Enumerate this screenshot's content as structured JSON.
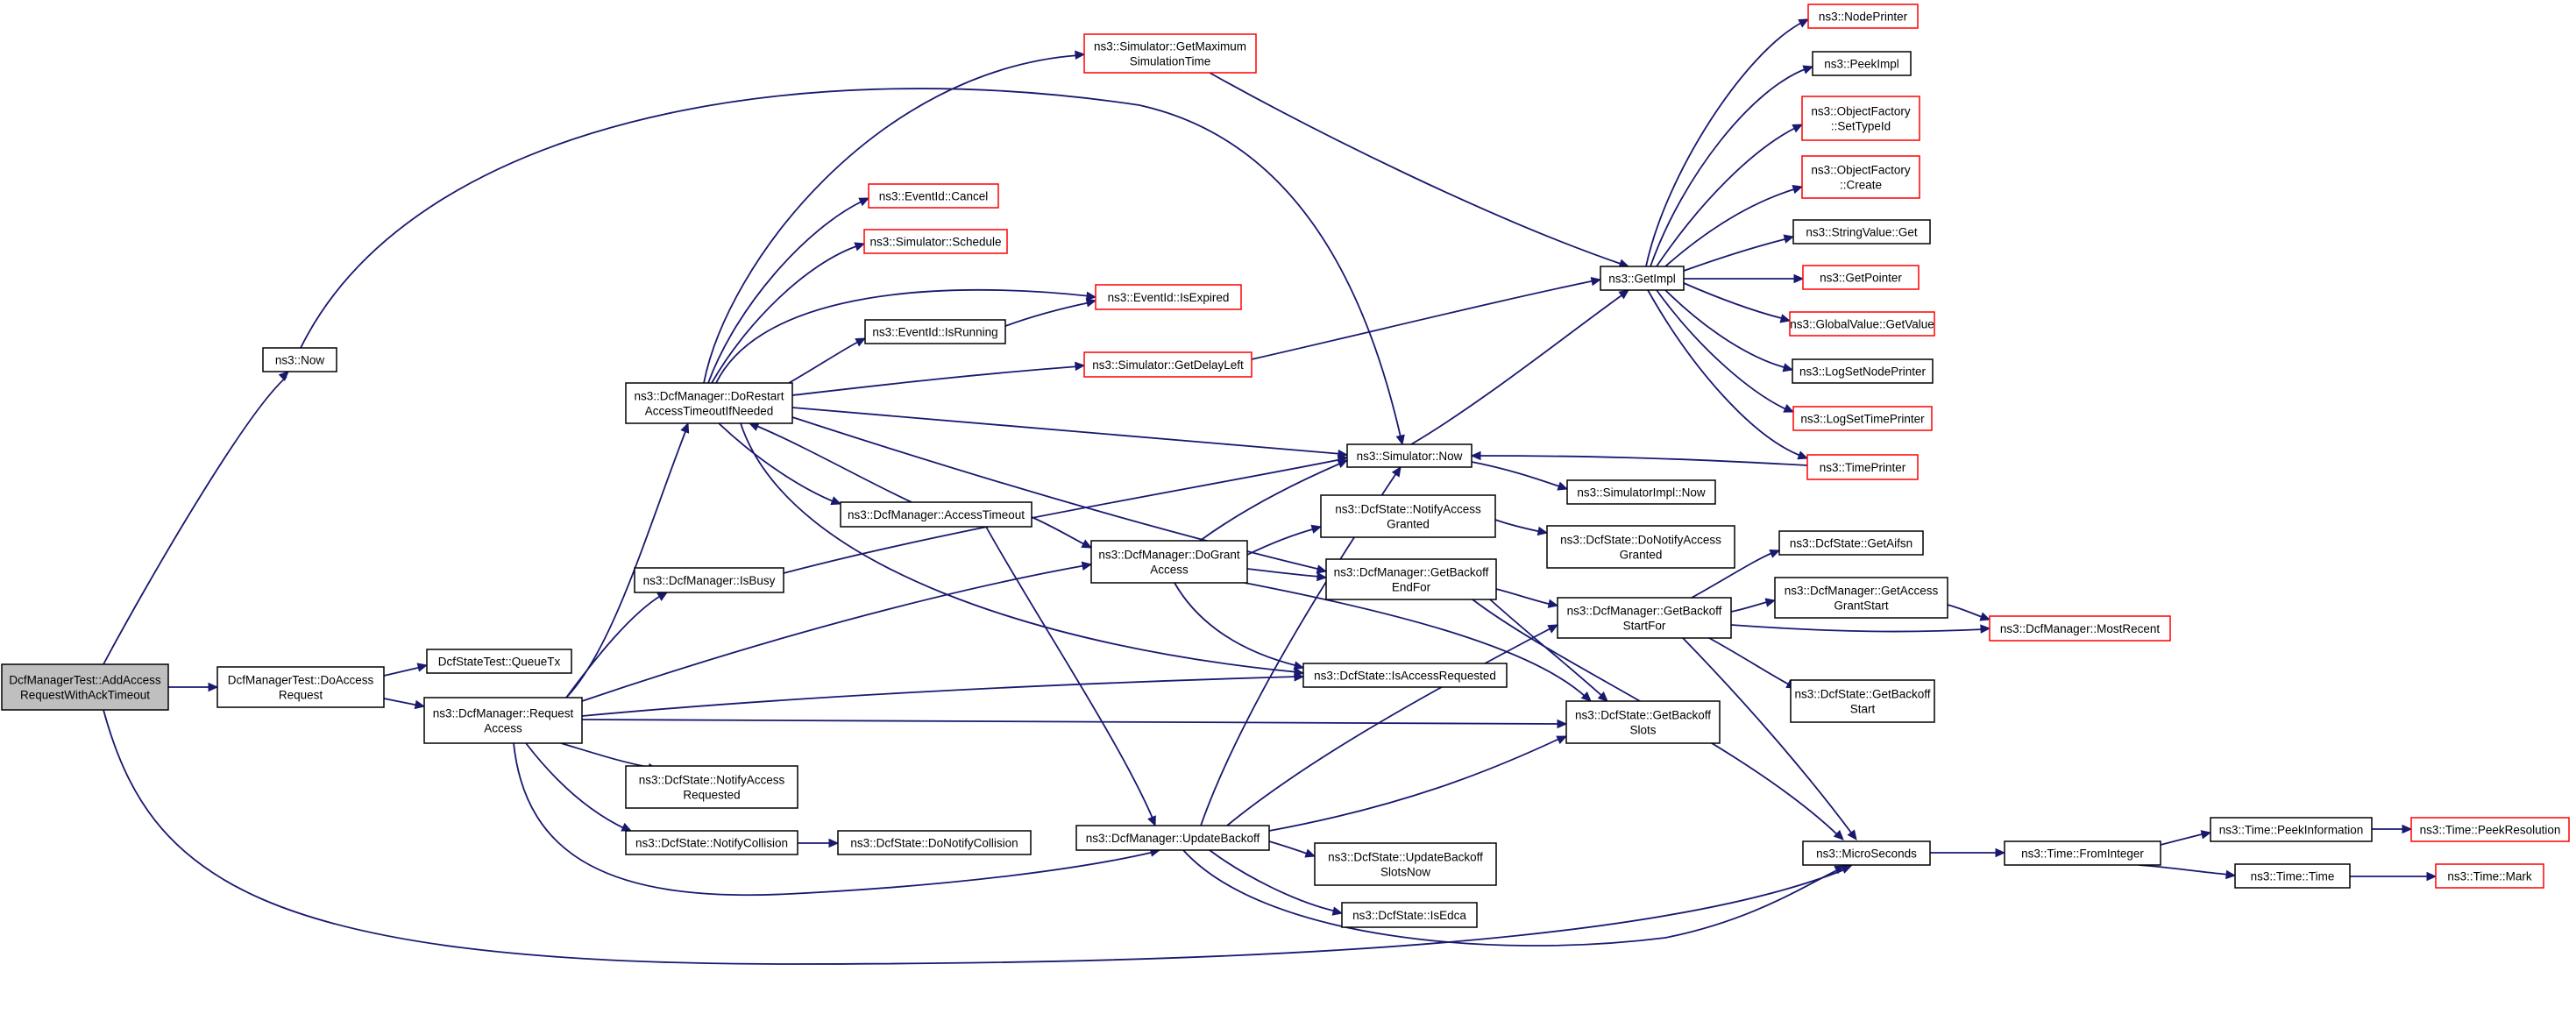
{
  "colors": {
    "edge": "#191970",
    "node_border_normal": "#000000",
    "node_border_truncated": "#ff0000",
    "node_fill": "#ffffff",
    "node_fill_root": "#bfbfbf"
  },
  "nodes": {
    "root": {
      "lines": [
        "DcfManagerTest::AddAccess",
        "RequestWithAckTimeout"
      ]
    },
    "doAccessRequest": {
      "lines": [
        "DcfManagerTest::DoAccess",
        "Request"
      ]
    },
    "now": {
      "lines": [
        "ns3::Now"
      ]
    },
    "queueTx": {
      "lines": [
        "DcfStateTest::QueueTx"
      ]
    },
    "requestAccess": {
      "lines": [
        "ns3::DcfManager::Request",
        "Access"
      ]
    },
    "doRestart": {
      "lines": [
        "ns3::DcfManager::DoRestart",
        "AccessTimeoutIfNeeded"
      ]
    },
    "isBusy": {
      "lines": [
        "ns3::DcfManager::IsBusy"
      ]
    },
    "notifyAccessRequested": {
      "lines": [
        "ns3::DcfState::NotifyAccess",
        "Requested"
      ]
    },
    "notifyCollision": {
      "lines": [
        "ns3::DcfState::NotifyCollision"
      ]
    },
    "doNotifyCollision": {
      "lines": [
        "ns3::DcfState::DoNotifyCollision"
      ]
    },
    "getMaxSimTime": {
      "lines": [
        "ns3::Simulator::GetMaximum",
        "SimulationTime"
      ]
    },
    "eventCancel": {
      "lines": [
        "ns3::EventId::Cancel"
      ]
    },
    "simSchedule": {
      "lines": [
        "ns3::Simulator::Schedule"
      ]
    },
    "eventIsRunning": {
      "lines": [
        "ns3::EventId::IsRunning"
      ]
    },
    "eventIsExpired": {
      "lines": [
        "ns3::EventId::IsExpired"
      ]
    },
    "getDelayLeft": {
      "lines": [
        "ns3::Simulator::GetDelayLeft"
      ]
    },
    "accessTimeout": {
      "lines": [
        "ns3::DcfManager::AccessTimeout"
      ]
    },
    "doGrantAccess": {
      "lines": [
        "ns3::DcfManager::DoGrant",
        "Access"
      ]
    },
    "updateBackoff": {
      "lines": [
        "ns3::DcfManager::UpdateBackoff"
      ]
    },
    "simNow": {
      "lines": [
        "ns3::Simulator::Now"
      ]
    },
    "notifyAccessGranted": {
      "lines": [
        "ns3::DcfState::NotifyAccess",
        "Granted"
      ]
    },
    "getBackoffEndFor": {
      "lines": [
        "ns3::DcfManager::GetBackoff",
        "EndFor"
      ]
    },
    "isAccessRequested": {
      "lines": [
        "ns3::DcfState::IsAccessRequested"
      ]
    },
    "getBackoffSlots": {
      "lines": [
        "ns3::DcfState::GetBackoff",
        "Slots"
      ]
    },
    "updateBackoffSlotsNow": {
      "lines": [
        "ns3::DcfState::UpdateBackoff",
        "SlotsNow"
      ]
    },
    "isEdca": {
      "lines": [
        "ns3::DcfState::IsEdca"
      ]
    },
    "simImplNow": {
      "lines": [
        "ns3::SimulatorImpl::Now"
      ]
    },
    "doNotifyAccessGranted": {
      "lines": [
        "ns3::DcfState::DoNotifyAccess",
        "Granted"
      ]
    },
    "getBackoffStartFor": {
      "lines": [
        "ns3::DcfManager::GetBackoff",
        "StartFor"
      ]
    },
    "getImpl": {
      "lines": [
        "ns3::GetImpl"
      ]
    },
    "nodePrinter": {
      "lines": [
        "ns3::NodePrinter"
      ]
    },
    "peekImpl": {
      "lines": [
        "ns3::PeekImpl"
      ]
    },
    "ofSetTypeId": {
      "lines": [
        "ns3::ObjectFactory",
        "::SetTypeId"
      ]
    },
    "ofCreate": {
      "lines": [
        "ns3::ObjectFactory",
        "::Create"
      ]
    },
    "stringValueGet": {
      "lines": [
        "ns3::StringValue::Get"
      ]
    },
    "getPointer": {
      "lines": [
        "ns3::GetPointer"
      ]
    },
    "globalValueGetValue": {
      "lines": [
        "ns3::GlobalValue::GetValue"
      ]
    },
    "logSetNodePrinter": {
      "lines": [
        "ns3::LogSetNodePrinter"
      ]
    },
    "logSetTimePrinter": {
      "lines": [
        "ns3::LogSetTimePrinter"
      ]
    },
    "timePrinter": {
      "lines": [
        "ns3::TimePrinter"
      ]
    },
    "getAifsn": {
      "lines": [
        "ns3::DcfState::GetAifsn"
      ]
    },
    "getAccessGrantStart": {
      "lines": [
        "ns3::DcfManager::GetAccess",
        "GrantStart"
      ]
    },
    "getBackoffStart": {
      "lines": [
        "ns3::DcfState::GetBackoff",
        "Start"
      ]
    },
    "mostRecent": {
      "lines": [
        "ns3::DcfManager::MostRecent"
      ]
    },
    "microSeconds": {
      "lines": [
        "ns3::MicroSeconds"
      ]
    },
    "timeFromInteger": {
      "lines": [
        "ns3::Time::FromInteger"
      ]
    },
    "timePeekInformation": {
      "lines": [
        "ns3::Time::PeekInformation"
      ]
    },
    "timeTime": {
      "lines": [
        "ns3::Time::Time"
      ]
    },
    "timePeekResolution": {
      "lines": [
        "ns3::Time::PeekResolution"
      ]
    },
    "timeMark": {
      "lines": [
        "ns3::Time::Mark"
      ]
    }
  }
}
